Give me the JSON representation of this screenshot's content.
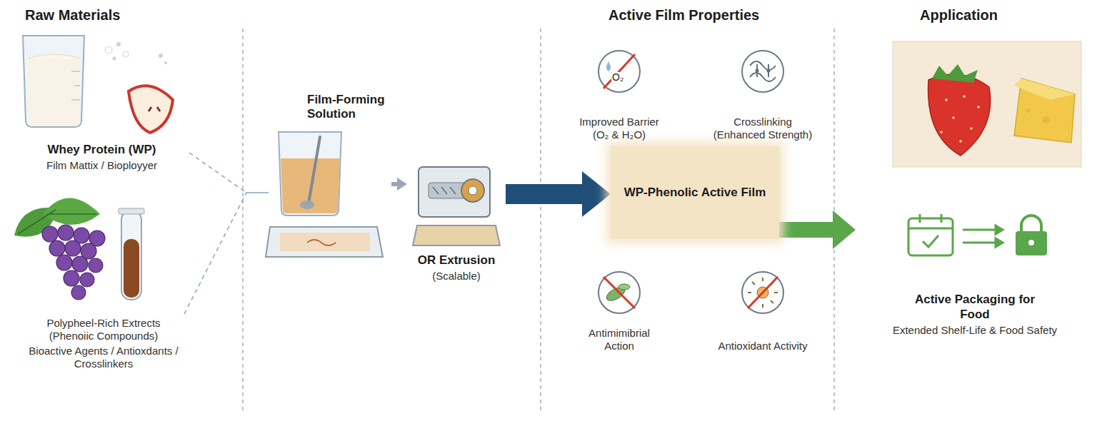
{
  "diagram": {
    "nodes": [
      {
        "text": [
          "Whey Protein (WP)",
          "Film Mattix / Bioployyer"
        ]
      },
      {
        "text": [
          "Polypheel-Rich Extrects (Phenoiic Compounds)",
          "Bioactive Agents / Antioxdants / Crosslinkers"
        ]
      },
      {
        "text": [
          "Film-Forming Solution"
        ]
      },
      {
        "text": [
          "OR Extrusion",
          "(Scalable)"
        ]
      },
      {
        "text": [
          "WP-Phenolic Active Film"
        ]
      },
      {
        "text": [
          "Improved Barrier (O₂ & H₂O)"
        ]
      },
      {
        "text": [
          "Crosslinking (Enhanced Strength)"
        ]
      },
      {
        "text": [
          "Antimimibrial Action"
        ]
      },
      {
        "text": [
          "Antioxidant Activity"
        ]
      },
      {
        "text": [
          "Active Packaging for Food",
          "Extended Shelf-Life & Food Safety"
        ]
      }
    ],
    "edges": [
      {
        "from": 0,
        "to": 2,
        "arrow": "none"
      },
      {
        "from": 1,
        "to": 2,
        "arrow": "none"
      },
      {
        "from": 2,
        "to": 3,
        "arrow": "to"
      },
      {
        "from": 3,
        "to": 4,
        "arrow": "to"
      },
      {
        "from": 4,
        "to": 9,
        "arrow": "to"
      }
    ],
    "labels": [
      "Raw Materials",
      "Active Film Properties",
      "Application",
      "O₂"
    ]
  }
}
